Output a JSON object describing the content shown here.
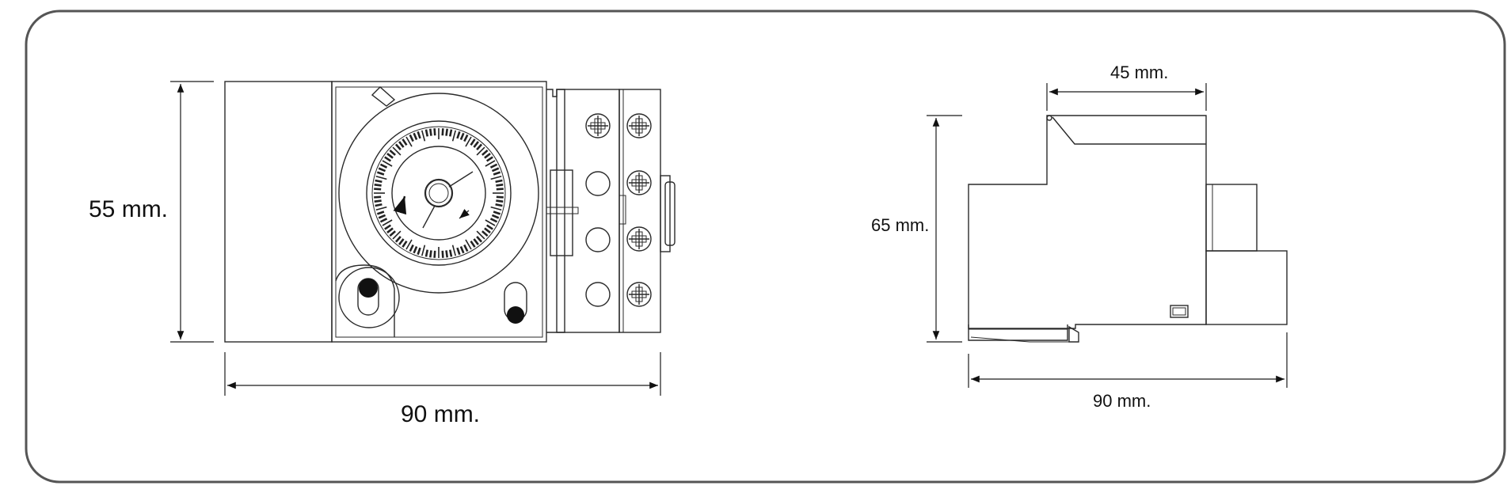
{
  "front_view": {
    "height_label": "55 mm.",
    "width_label": "90 mm."
  },
  "side_view": {
    "top_width_label": "45 mm.",
    "height_label": "65 mm.",
    "width_label": "90 mm."
  }
}
